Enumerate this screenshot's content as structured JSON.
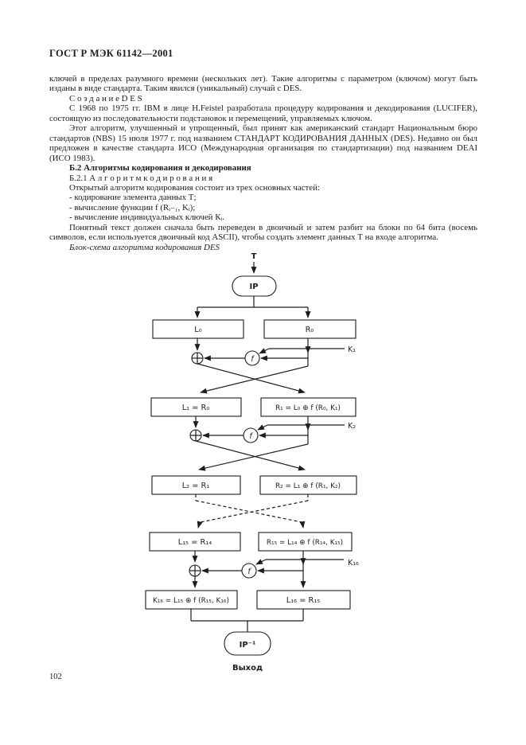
{
  "page": {
    "header": "ГОСТ Р МЭК 61142—2001",
    "page_number": "102"
  },
  "body": {
    "p1": "ключей в пределах разумного времени (нескольких лет). Такие алгоритмы с параметром (ключом) могут быть изданы в виде стандарта. Таким явился (уникальный) случай с DES.",
    "p2": "С о з д а н и е  D E S",
    "p3": "С 1968 по 1975 гг. IBM в лице H.Feistel разработала процедуру кодирования и декодирования (LUCIFER), состоящую из последовательности подстановок и перемещений, управляемых ключом.",
    "p4": "Этот алгоритм, улучшенный и упрощенный, был принят как американский стандарт Национальным бюро стандартов (NBS) 15 июля 1977 г. под названием СТАНДАРТ КОДИРОВАНИЯ ДАННЫХ (DES). Недавно он был предложен в качестве стандарта ИСО (Международная организация по стандартизации) под названием DEAI (ИСО 1983).",
    "p5": "Б.2 Алгоритмы кодирования и декодирования",
    "p6": "Б.2.1 А л г о р и т м  к о д и р о в а н и я",
    "p7": "Открытый алгоритм кодирования состоит из трех основных частей:",
    "p8": "- кодирование элемента данных Т;",
    "p9": "- вычисление функции f (Rᵢ₋₁, Kᵢ);",
    "p10": "- вычисление индивидуальных ключей Кᵢ.",
    "p11": "Понятный текст должен сначала быть переведен в двоичный и затем разбит на блоки по 64 бита (восемь символов, если используется двоичный код ASCII), чтобы создать элемент данных Т на входе алгоритма.",
    "p12": "Блок-схема алгоритма кодирования DES"
  },
  "diagram": {
    "input": "T",
    "ip": "IP",
    "ip_inv": "IP⁻¹",
    "output": "Выход",
    "f": "f",
    "l0": "L₀",
    "r0": "R₀",
    "k1": "K₁",
    "l1": "L₁ = R₀",
    "r1": "R₁ = L₀ ⊕ f (R₀, K₁)",
    "k2": "K₂",
    "l2": "L₂ = R₁",
    "r2": "R₂ = L₁ ⊕ f (R₁, K₂)",
    "l15": "L₁₅ = R₁₄",
    "r15": "R₁₅ = L₁₄ ⊕ f (R₁₄, K₁₅)",
    "k16": "K₁₆",
    "k16_box": "K₁₆ = L₁₅ ⊕ f (R₁₅, K₁₆)",
    "l16": "L₁₆ = R₁₅"
  }
}
